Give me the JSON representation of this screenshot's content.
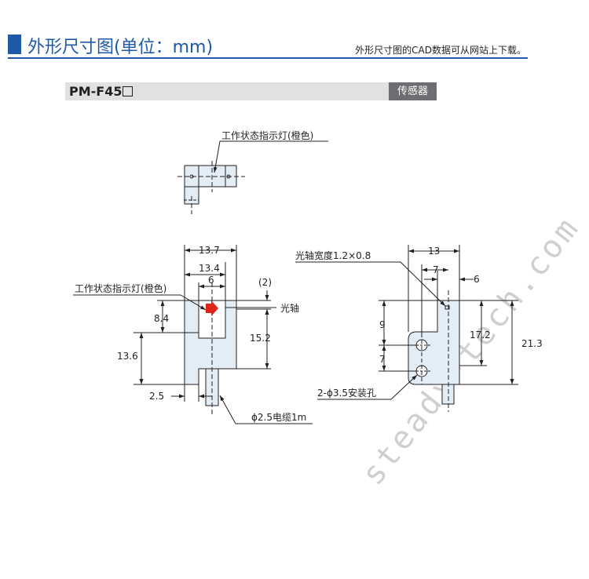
{
  "header": {
    "title": "外形尺寸图(单位：mm)",
    "note": "外形尺寸图的CAD数据可从网站上下载。"
  },
  "model": {
    "name": "PM-F45",
    "badge": "传感器"
  },
  "top_view": {
    "indicator_label": "工作状态指示灯(橙色)"
  },
  "front_view": {
    "indicator_label": "工作状态指示灯(橙色)",
    "dim_13_7": "13.7",
    "dim_13_4": "13.4",
    "dim_6": "6",
    "dim_2": "(2)",
    "optical_axis_label": "光轴",
    "dim_8_4": "8.4",
    "dim_15_2": "15.2",
    "dim_13_6": "13.6",
    "dim_2_5": "2.5",
    "cable_label": "ϕ2.5电缆1m"
  },
  "side_view": {
    "axis_width_label": "光轴宽度1.2×0.8",
    "dim_13": "13",
    "dim_7_top": "7",
    "dim_6": "6",
    "dim_9": "9",
    "dim_7": "7",
    "dim_17_2": "17.2",
    "dim_21_3": "21.3",
    "hole_label": "2-ϕ3.5安装孔"
  },
  "watermark": "steady-tech.com",
  "colors": {
    "brand": "#1e5aa8",
    "body_fill": "#e3edf6",
    "indicator": "#e1251b",
    "badge": "#6d6e71"
  }
}
